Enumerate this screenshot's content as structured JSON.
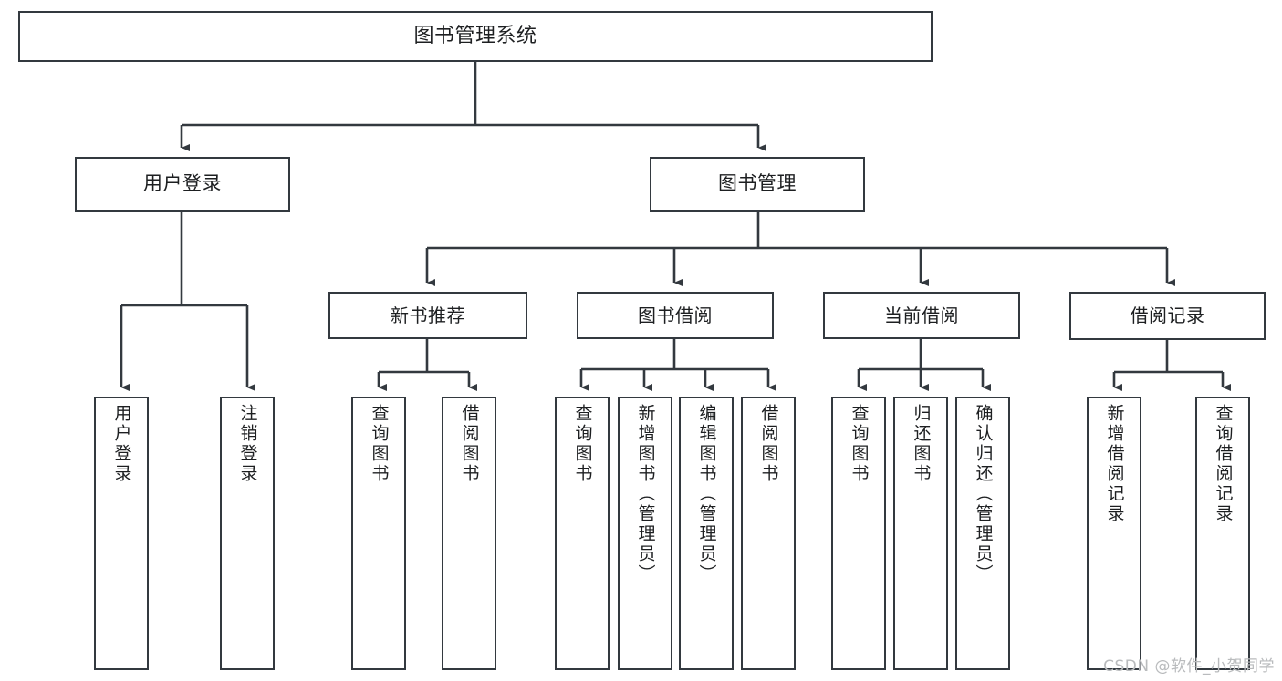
{
  "diagram": {
    "type": "tree",
    "orientation": "top-down",
    "stroke_color": "#33393f",
    "background_color": "#ffffff",
    "root": {
      "id": "root",
      "label": "图书管理系统"
    },
    "nodes": [
      {
        "id": "n-user-login",
        "label": "用户登录",
        "level": 1
      },
      {
        "id": "n-book-manage",
        "label": "图书管理",
        "level": 1
      },
      {
        "id": "n-new-book-rec",
        "label": "新书推荐",
        "level": 2
      },
      {
        "id": "n-book-borrow",
        "label": "图书借阅",
        "level": 2
      },
      {
        "id": "n-current-borrow",
        "label": "当前借阅",
        "level": 2
      },
      {
        "id": "n-borrow-record",
        "label": "借阅记录",
        "level": 2
      },
      {
        "id": "l-user-login",
        "label": "用户登录",
        "level": 3
      },
      {
        "id": "l-user-logout",
        "label": "注销登录",
        "level": 3
      },
      {
        "id": "l-rec-query",
        "label": "查询图书",
        "level": 3
      },
      {
        "id": "l-rec-borrow",
        "label": "借阅图书",
        "level": 3
      },
      {
        "id": "l-borrow-query",
        "label": "查询图书",
        "level": 3
      },
      {
        "id": "l-borrow-add",
        "label": "新增图书（管理员）",
        "level": 3
      },
      {
        "id": "l-borrow-edit",
        "label": "编辑图书（管理员）",
        "level": 3
      },
      {
        "id": "l-borrow-do",
        "label": "借阅图书",
        "level": 3
      },
      {
        "id": "l-cur-query",
        "label": "查询图书",
        "level": 3
      },
      {
        "id": "l-cur-return",
        "label": "归还图书",
        "level": 3
      },
      {
        "id": "l-cur-confirm",
        "label": "确认归还（管理员）",
        "level": 3
      },
      {
        "id": "l-rec-add",
        "label": "新增借阅记录",
        "level": 3
      },
      {
        "id": "l-rec-query-record",
        "label": "查询借阅记录",
        "level": 3
      }
    ],
    "edges": [
      {
        "from": "root",
        "to": "n-user-login"
      },
      {
        "from": "root",
        "to": "n-book-manage"
      },
      {
        "from": "n-user-login",
        "to": "l-user-login"
      },
      {
        "from": "n-user-login",
        "to": "l-user-logout"
      },
      {
        "from": "n-book-manage",
        "to": "n-new-book-rec"
      },
      {
        "from": "n-book-manage",
        "to": "n-book-borrow"
      },
      {
        "from": "n-book-manage",
        "to": "n-current-borrow"
      },
      {
        "from": "n-book-manage",
        "to": "n-borrow-record"
      },
      {
        "from": "n-new-book-rec",
        "to": "l-rec-query"
      },
      {
        "from": "n-new-book-rec",
        "to": "l-rec-borrow"
      },
      {
        "from": "n-book-borrow",
        "to": "l-borrow-query"
      },
      {
        "from": "n-book-borrow",
        "to": "l-borrow-add"
      },
      {
        "from": "n-book-borrow",
        "to": "l-borrow-edit"
      },
      {
        "from": "n-book-borrow",
        "to": "l-borrow-do"
      },
      {
        "from": "n-current-borrow",
        "to": "l-cur-query"
      },
      {
        "from": "n-current-borrow",
        "to": "l-cur-return"
      },
      {
        "from": "n-current-borrow",
        "to": "l-cur-confirm"
      },
      {
        "from": "n-borrow-record",
        "to": "l-rec-add"
      },
      {
        "from": "n-borrow-record",
        "to": "l-rec-query-record"
      }
    ]
  },
  "watermark": {
    "text": "CSDN @软件_小贺同学"
  }
}
